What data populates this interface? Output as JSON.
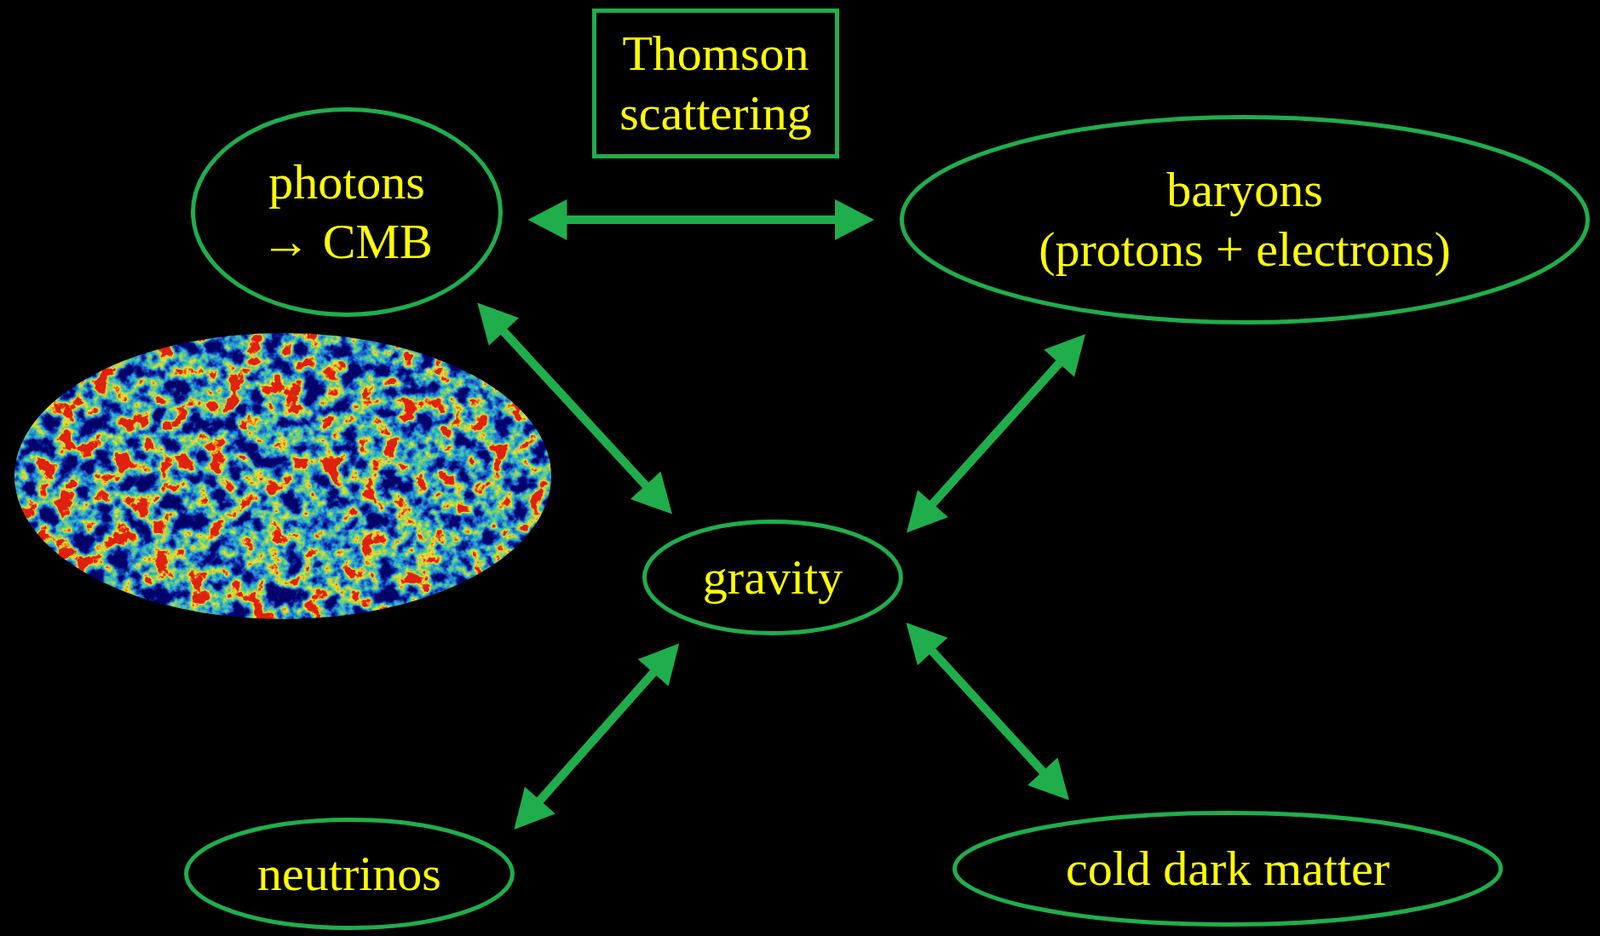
{
  "diagram": {
    "nodes": [
      {
        "text": [
          "photons → CMB"
        ]
      },
      {
        "text": [
          "Thomson scattering"
        ]
      },
      {
        "text": [
          "baryons",
          "(protons + electrons)"
        ]
      },
      {
        "text": [
          "gravity"
        ]
      },
      {
        "text": [
          "neutrinos"
        ]
      },
      {
        "text": [
          "cold dark matter"
        ]
      }
    ],
    "edges": [
      {
        "from": 0,
        "to": 2,
        "arrow": "both"
      },
      {
        "from": 0,
        "to": 3,
        "arrow": "both"
      },
      {
        "from": 2,
        "to": 3,
        "arrow": "both"
      },
      {
        "from": 4,
        "to": 3,
        "arrow": "both"
      },
      {
        "from": 3,
        "to": 5,
        "arrow": "both"
      }
    ]
  }
}
